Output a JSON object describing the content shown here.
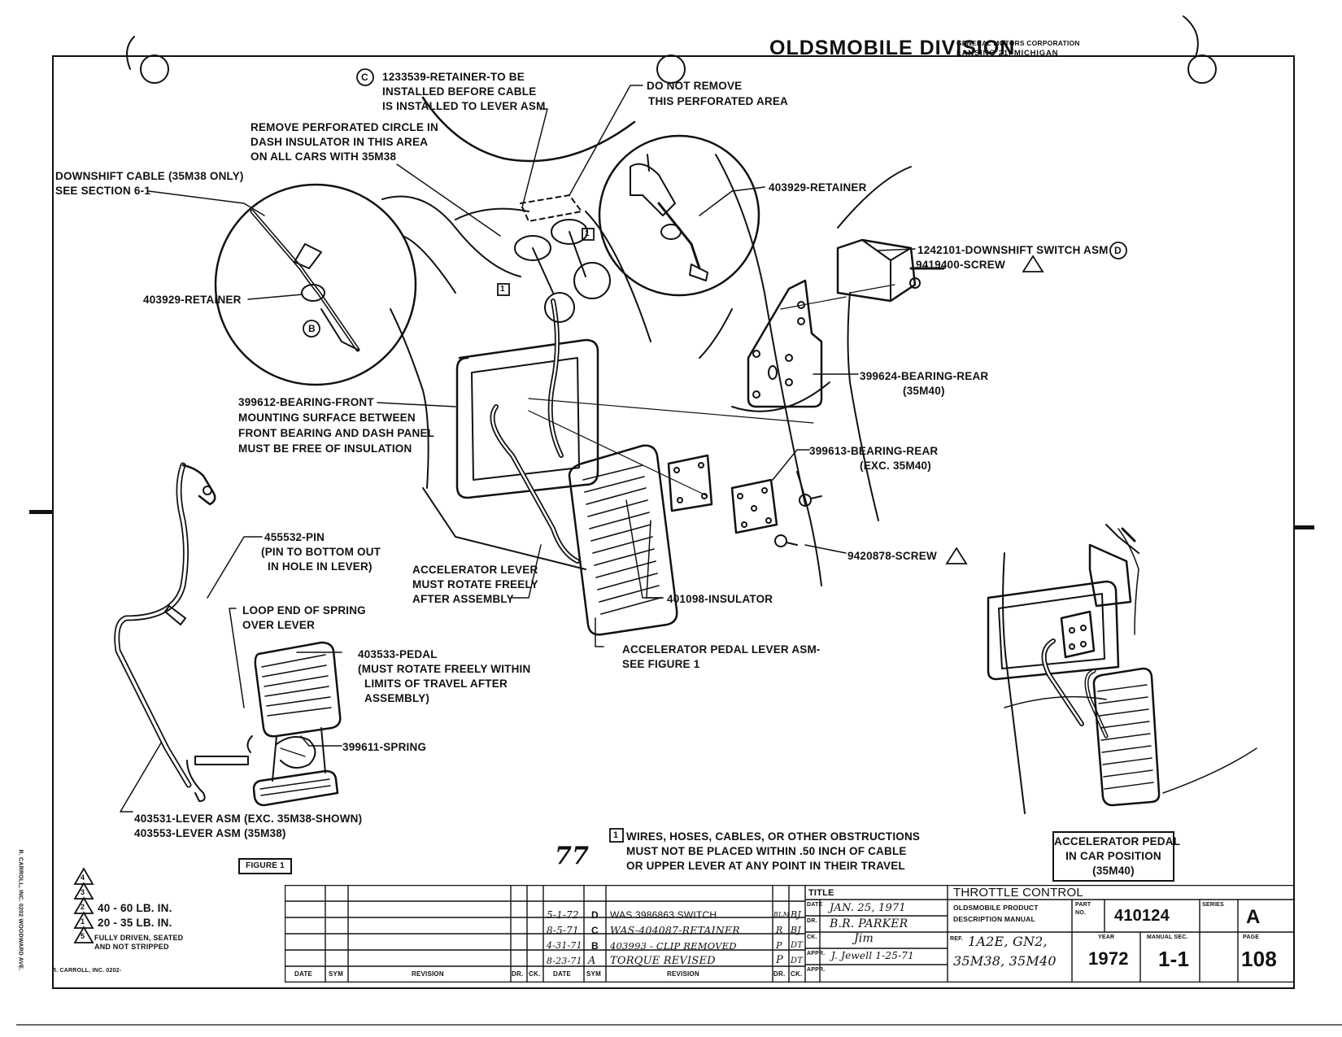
{
  "header": {
    "division": "OLDSMOBILE DIVISION",
    "corp_line1": "GENERAL MOTORS CORPORATION",
    "corp_line2": "LANSING 21, MICHIGAN"
  },
  "callouts": {
    "retainer_c": [
      "1233539-RETAINER-TO BE",
      "INSTALLED BEFORE CABLE",
      "IS INSTALLED TO LEVER ASM"
    ],
    "retainer_c_mark": "C",
    "do_not_remove": [
      "DO NOT REMOVE",
      "THIS PERFORATED AREA"
    ],
    "remove_circle": [
      "REMOVE PERFORATED CIRCLE IN",
      "DASH INSULATOR IN THIS AREA",
      "ON ALL CARS WITH 35M38"
    ],
    "downshift_cable": [
      "DOWNSHIFT CABLE (35M38 ONLY)",
      "SEE SECTION 6-1"
    ],
    "retainer_left": "403929-RETAINER",
    "retainer_right": "403929-RETAINER",
    "mark_b": "B",
    "switch": "1242101-DOWNSHIFT SWITCH ASM",
    "switch_mark": "D",
    "switch_screw": "9419400-SCREW",
    "bearing_rear_35m40": [
      "399624-BEARING-REAR",
      "(35M40)"
    ],
    "bearing_front": [
      "399612-BEARING-FRONT",
      "MOUNTING SURFACE BETWEEN",
      "FRONT BEARING AND DASH PANEL",
      "MUST BE FREE OF INSULATION"
    ],
    "bearing_rear_exc": [
      "399613-BEARING-REAR",
      "(EXC. 35M40)"
    ],
    "screw_9420878": "9420878-SCREW",
    "pin": [
      "455532-PIN",
      "(PIN TO BOTTOM OUT",
      "IN HOLE IN LEVER)"
    ],
    "accel_lever": [
      "ACCELERATOR LEVER",
      "MUST ROTATE FREELY",
      "AFTER ASSEMBLY"
    ],
    "insulator": "401098-INSULATOR",
    "loop_end": [
      "LOOP END OF SPRING",
      "OVER LEVER"
    ],
    "pedal": [
      "403533-PEDAL",
      "(MUST ROTATE FREELY WITHIN",
      "LIMITS OF TRAVEL AFTER",
      "ASSEMBLY)"
    ],
    "pedal_lever": [
      "ACCELERATOR PEDAL LEVER ASM-",
      "SEE FIGURE 1"
    ],
    "spring": "399611-SPRING",
    "lever_asm": [
      "403531-LEVER ASM (EXC. 35M38-SHOWN)",
      "403553-LEVER ASM (35M38)"
    ],
    "figure_label": "FIGURE 1",
    "box1_mark": "1"
  },
  "note1": [
    "WIRES, HOSES, CABLES, OR OTHER OBSTRUCTIONS",
    "MUST NOT BE PLACED WITHIN .50 INCH OF CABLE",
    "OR UPPER LEVER AT ANY POINT IN THEIR TRAVEL"
  ],
  "note1_mark": "1",
  "in_car_box": [
    "ACCELERATOR PEDAL",
    "IN CAR POSITION",
    "(35M40)"
  ],
  "page_mark": "77",
  "torque_legend": {
    "marks": [
      "4",
      "3",
      "2",
      "1",
      "5"
    ],
    "row2": "40 - 60 LB. IN.",
    "row1": "20 - 35 LB. IN.",
    "row5": [
      "FULLY DRIVEN, SEATED",
      "AND NOT STRIPPED"
    ]
  },
  "side_text": "R. CARROLL, INC. 0202 WOODWARD AVE.",
  "bottom_left": "R. CARROLL, INC. 0202-",
  "title_block": {
    "rev_headers": [
      "DATE",
      "SYM",
      "REVISION",
      "DR.",
      "CK."
    ],
    "revisions": [
      {
        "date": "5-1-72",
        "sym": "D",
        "text": "WAS 3986863 SWITCH",
        "dr": "BLM",
        "ck": "BJ"
      },
      {
        "date": "8-5-71",
        "sym": "C",
        "text": "WAS-404087-RETAINER",
        "dr": "R",
        "ck": "BJ"
      },
      {
        "date": "4-31-71",
        "sym": "B",
        "text": "403993 - CLIP REMOVED",
        "dr": "P",
        "ck": "DT"
      },
      {
        "date": "8-23-71",
        "sym": "A",
        "text": "TORQUE REVISED",
        "dr": "P",
        "ck": "DT"
      }
    ],
    "title_label": "TITLE",
    "title": "THROTTLE CONTROL",
    "date_label": "DATE",
    "date": "JAN. 25, 1971",
    "dr_label": "DR.",
    "dr": "B.R. PARKER",
    "ck_label": "CK.",
    "ck": "Jim",
    "appr_label": "APPR.",
    "appr": "J. Jewell 1-25-71",
    "appr2_label": "APPR.",
    "product_line1": "OLDSMOBILE PRODUCT",
    "product_line2": "DESCRIPTION MANUAL",
    "ref_label": "REF.",
    "ref": [
      "1A2E, GN2,",
      "35M38, 35M40"
    ],
    "part_label": [
      "PART",
      "NO."
    ],
    "part_no": "410124",
    "series_label": "SERIES",
    "series": "A",
    "year_label": "YEAR",
    "year": "1972",
    "manual_label": "MANUAL SEC.",
    "manual": "1-1",
    "page_label": "PAGE",
    "page": "108"
  }
}
